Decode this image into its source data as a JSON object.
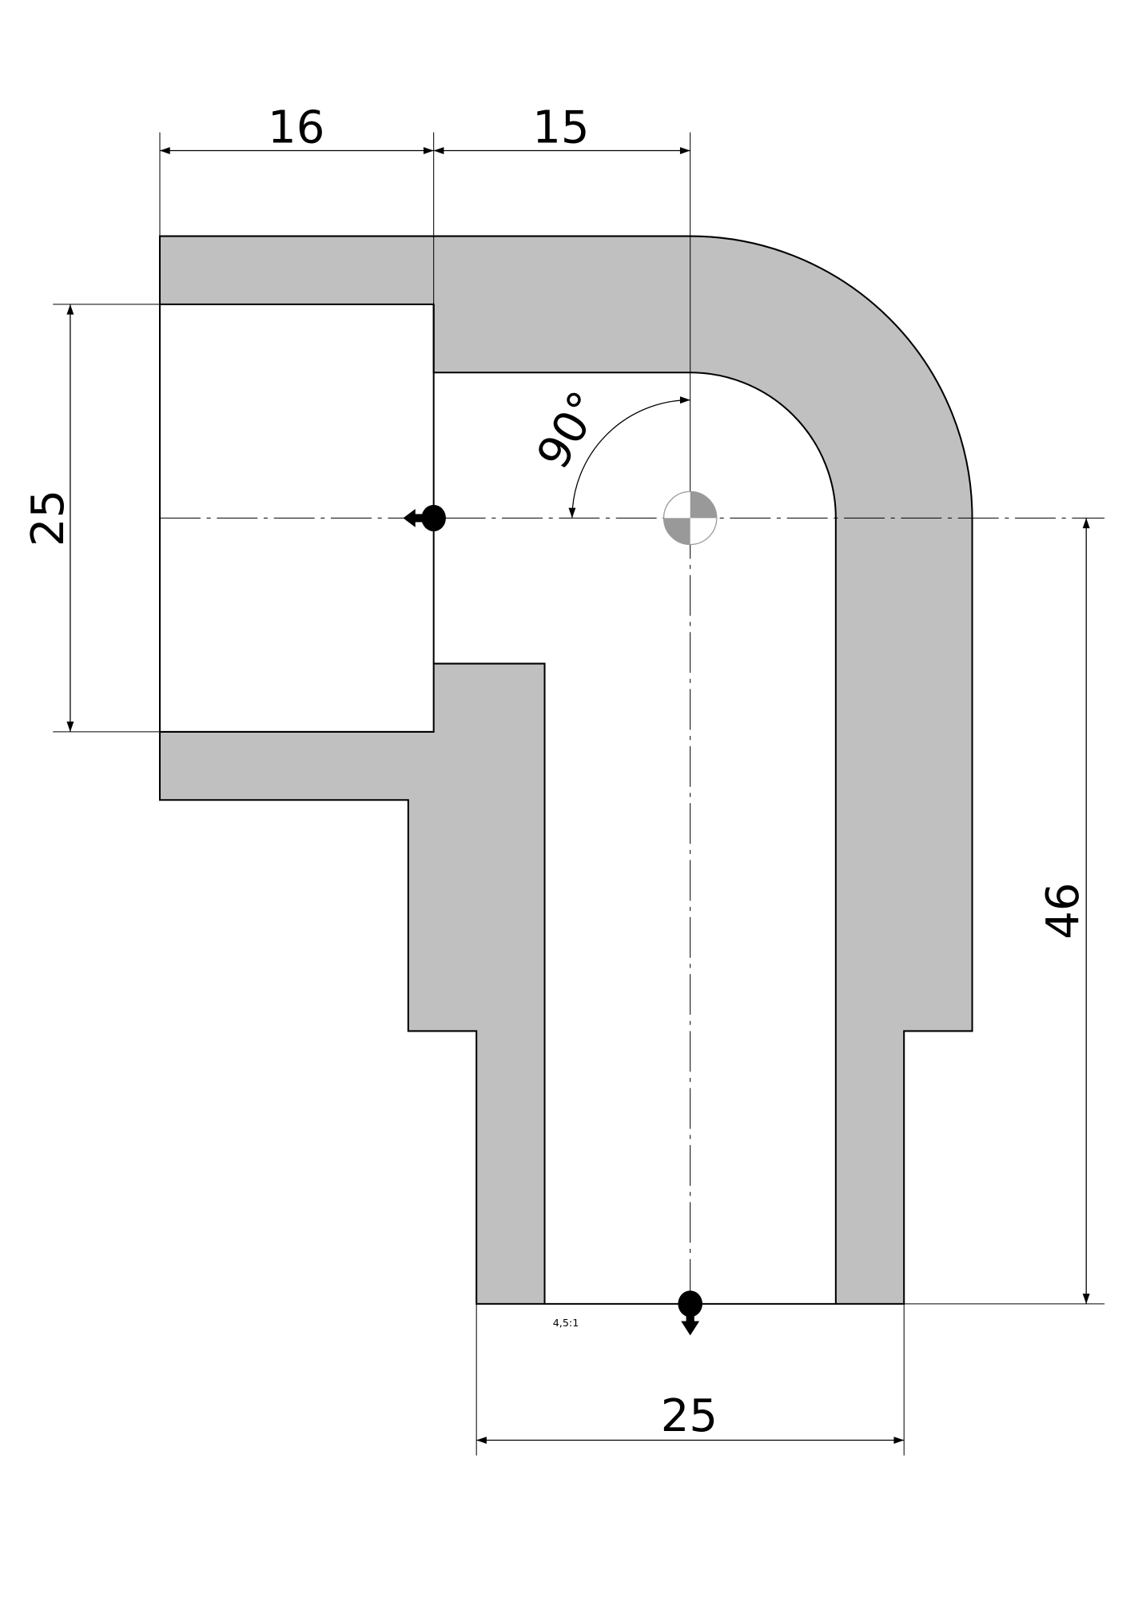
{
  "drawing": {
    "dimensions": {
      "top_left_length": "16",
      "top_right_length": "15",
      "left_bore_diameter": "25",
      "right_height": "46",
      "bottom_width": "25",
      "angle": "90°"
    },
    "scale_note": "4,5:1",
    "colors": {
      "fill": "#c0c0c0",
      "line": "#000000",
      "center_mark": "#999999"
    }
  }
}
